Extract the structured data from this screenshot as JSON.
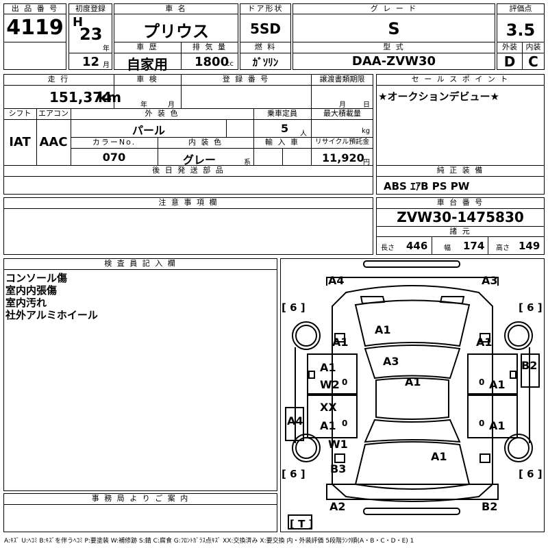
{
  "header": {
    "lot_label": "出 品 番 号",
    "lot_number": "4119",
    "first_reg_label": "初度登録",
    "era": "H",
    "year": "23",
    "year_unit": "年",
    "month": "12",
    "month_unit": "月",
    "car_name_label": "車 名",
    "car_name": "プリウス",
    "history_label": "車 歴",
    "history": "自家用",
    "displacement_label": "排 気 量",
    "displacement": "1800",
    "displacement_unit": "cc",
    "door_label": "ドア形状",
    "door": "5SD",
    "fuel_label": "燃 料",
    "fuel": "ｶﾞｿﾘﾝ",
    "grade_label": "グ レ ー ド",
    "grade": "S",
    "model_label": "型 式",
    "model": "DAA-ZVW30",
    "score_label": "評価点",
    "score": "3.5",
    "ext_label": "外装",
    "ext_grade": "D",
    "int_label": "内装",
    "int_grade": "C"
  },
  "row2": {
    "mileage_label": "走 行",
    "mileage": "151,374",
    "mileage_unit": "km",
    "inspection_label": "車 検",
    "insp_year_unit": "年",
    "insp_month_unit": "月",
    "reg_no_label": "登 録 番 号",
    "transfer_label": "譲渡書類期限",
    "transfer_month_unit": "月",
    "transfer_day_unit": "日",
    "shift_label": "シフト",
    "shift": "IAT",
    "aircon_label": "エアコン",
    "aircon": "AAC",
    "ext_color_label": "外 装 色",
    "ext_color": "パール",
    "capacity_label": "乗車定員",
    "capacity": "5",
    "capacity_unit": "人",
    "max_load_label": "最大積載量",
    "max_load_unit": "kg",
    "color_no_label": "カラーNo.",
    "color_no": "070",
    "int_color_label": "内 装 色",
    "int_color": "グレー",
    "int_color_unit": "系",
    "import_label": "輸 入 車",
    "recycle_label": "リサイクル預託金",
    "recycle": "11,920",
    "recycle_unit": "円",
    "later_label": "後 日 発 送 部 品"
  },
  "sales": {
    "label": "セ ー ル ス ポ イ ン ト",
    "text": "★オークションデビュー★"
  },
  "equipment": {
    "label": "純 正 装 備",
    "text": "ABS ｴｱB PS PW"
  },
  "notes": {
    "label": "注 意 事 項 欄"
  },
  "chassis": {
    "label": "車 台 番 号",
    "number": "ZVW30-1475830",
    "spec_label": "諸 元",
    "length_label": "長さ",
    "length": "446",
    "width_label": "幅",
    "width": "174",
    "height_label": "高さ",
    "height": "149"
  },
  "inspector": {
    "label": "検 査 員 記 入 欄",
    "lines": [
      "コンソール傷",
      "室内内張傷",
      "室内汚れ",
      "社外アルミホイール"
    ]
  },
  "office": {
    "label": "事 務 局 よ り ご 案 内"
  },
  "diagram": {
    "tires": {
      "front_left": "[ 6 ]",
      "front_right": "[ 6 ]",
      "rear_left": "[ 6 ]",
      "rear_right": "[ 6 ]",
      "trunk": "[ T ]"
    },
    "zero": "0",
    "marks": {
      "front_left_corner": "A4",
      "front_right_corner": "A3",
      "hood": "A1",
      "left_fender": "A1",
      "right_fender": "A1",
      "windshield": "A3",
      "roof": "A1",
      "left_front_door_a": "A1",
      "left_front_door_w": "W2",
      "right_front_door": "A1",
      "right_side": "B2",
      "left_sill": "A4",
      "left_rear_door_x": "XX",
      "left_rear_door_a": "A1",
      "right_rear_door": "A1",
      "left_rear_fender_w": "W1",
      "left_rear_fender_b": "B3",
      "trunk": "A1",
      "rear_left_bumper": "A2",
      "rear_right_bumper": "B2"
    }
  },
  "legend": "A:ｷｽﾞ U:ﾍｺﾐ B:ｷｽﾞを伴うﾍｺﾐ P:要塗装 W:補修跡 S:錆 C:腐食 G:ﾌﾛﾝﾄｶﾞﾗｽ点ｷｽﾞ XX:交換済み X:要交換 内・外装評価 5段階ﾗﾝｸ順(A・B・C・D・E) 1"
}
